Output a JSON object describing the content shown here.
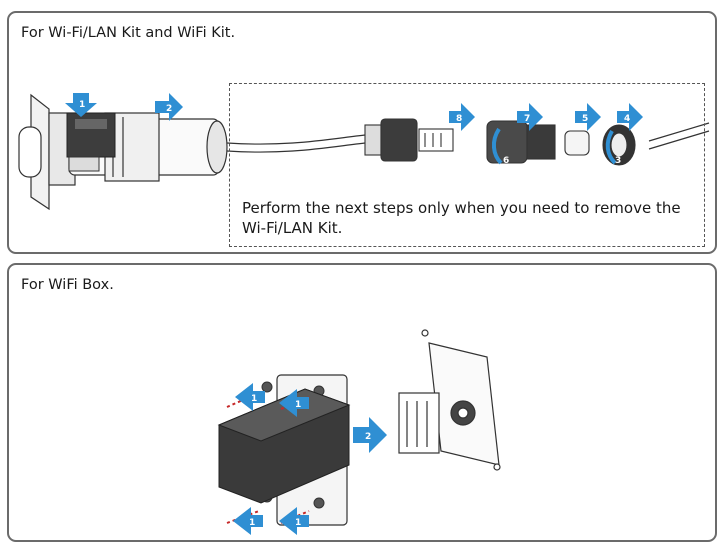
{
  "panels": [
    {
      "title": "For Wi-Fi/LAN Kit and WiFi Kit.",
      "note": "Perform the next steps only when you need to remove the Wi-Fi/LAN Kit.",
      "step_labels": [
        "1",
        "2",
        "8",
        "7",
        "6",
        "5",
        "4",
        "3"
      ]
    },
    {
      "title": "For WiFi Box.",
      "step_labels": [
        "1",
        "1",
        "1",
        "1",
        "2"
      ]
    }
  ],
  "colors": {
    "border": "#6b6b6b",
    "arrow_blue": "#2f8fd3",
    "line_art": "#333333",
    "screw_red": "#c62828"
  }
}
